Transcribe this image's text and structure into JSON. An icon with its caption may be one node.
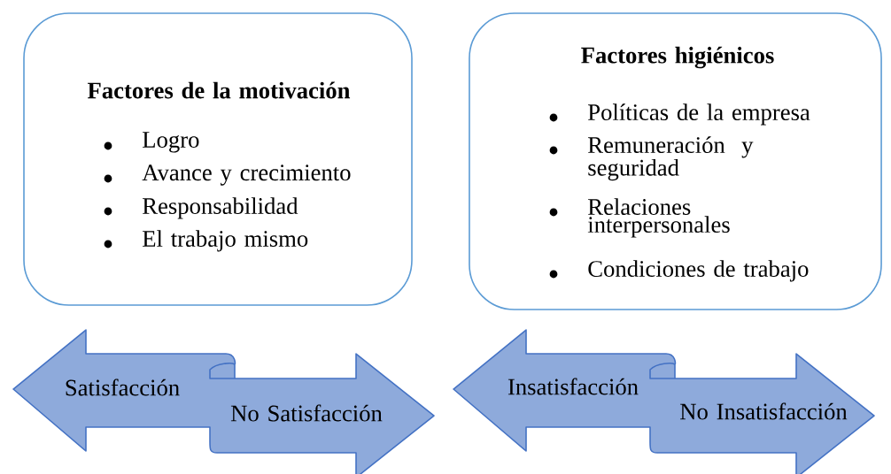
{
  "diagram": {
    "nodes": [
      {
        "text": [
          "Factores de la motivación",
          "Logro",
          "Avance y crecimiento",
          "Responsabilidad",
          "El trabajo mismo"
        ]
      },
      {
        "text": [
          "Factores higiénicos",
          "Políticas de la empresa",
          "Remuneración y seguridad",
          "Relaciones interpersonales",
          "Condiciones de trabajo"
        ]
      },
      {
        "text": [
          "Satisfacción",
          "No Satisfacción"
        ]
      },
      {
        "text": [
          "Insatisfacción",
          "No Insatisfacción"
        ]
      }
    ]
  }
}
